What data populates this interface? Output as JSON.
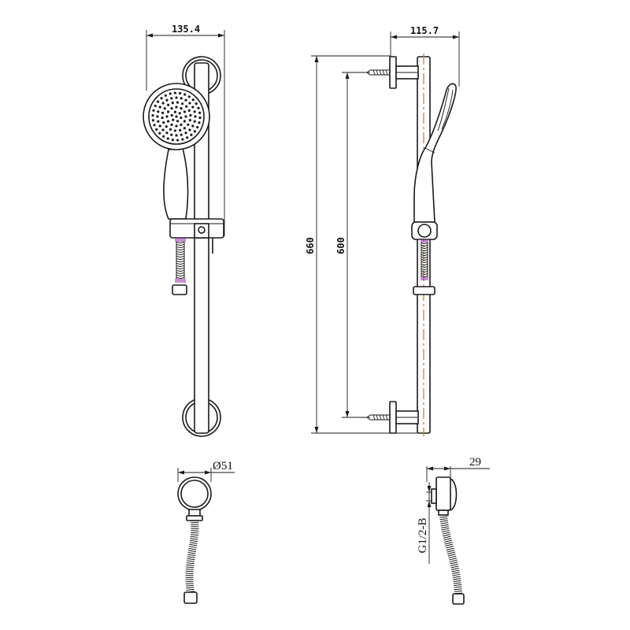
{
  "dimensions": {
    "front_width": "135.4",
    "side_depth": "115.7",
    "overall_height": "660",
    "mount_spacing": "600",
    "holder_diameter": "Ø51",
    "holder_depth": "29",
    "thread_spec": "G1/2-B"
  },
  "colors": {
    "line": "#1a1a1a",
    "centerline": "#b8864b",
    "hose_accent": "#9b30b5"
  }
}
